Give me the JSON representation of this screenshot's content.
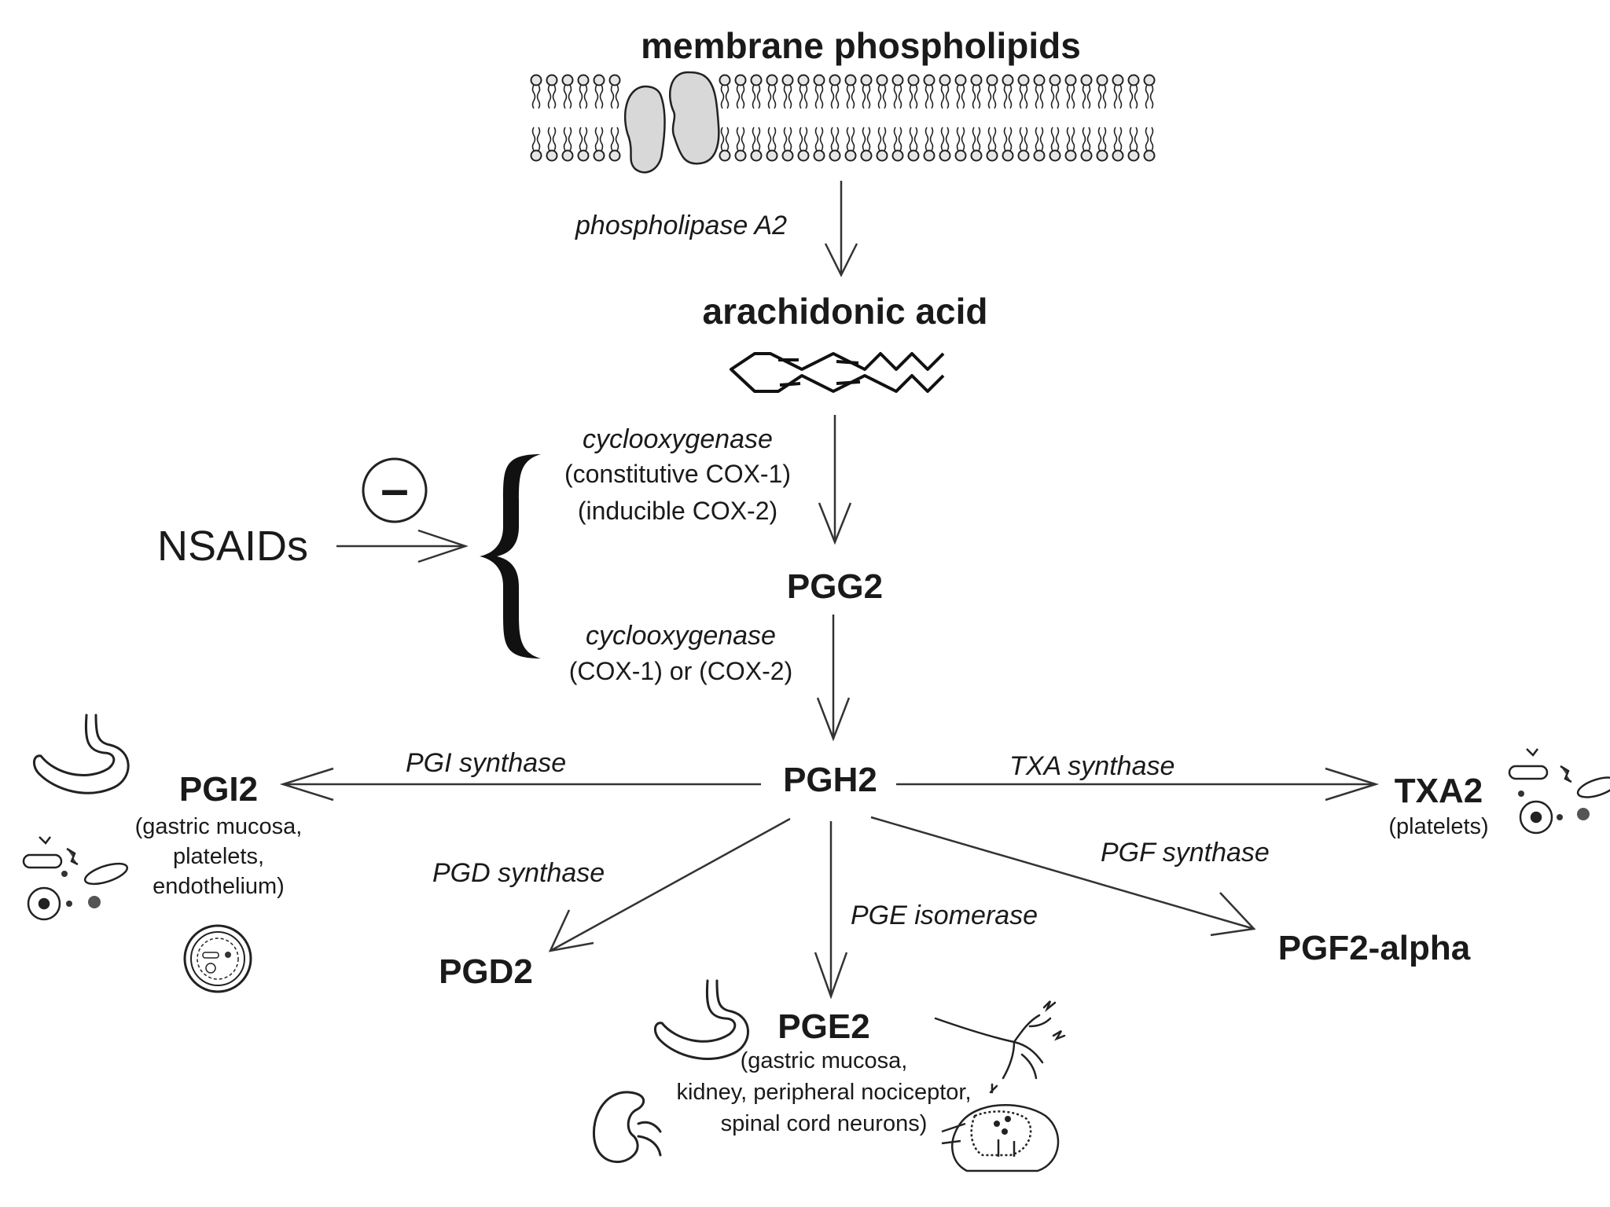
{
  "nodes": {
    "membrane": "membrane phospholipids",
    "arachidonic": "arachidonic acid",
    "pgg2": "PGG2",
    "pgh2": "PGH2",
    "pgi2": "PGI2",
    "txa2": "TXA2",
    "pgd2": "PGD2",
    "pge2": "PGE2",
    "pgf2a": "PGF2-alpha"
  },
  "enzymes": {
    "pla2": "phospholipase A2",
    "cox_a": "cyclooxygenase",
    "cox_a_line1": "(constitutive COX-1)",
    "cox_a_line2": "(inducible COX-2)",
    "cox_b": "cyclooxygenase",
    "cox_b_line1": "(COX-1) or (COX-2)",
    "pgi_synthase": "PGI synthase",
    "txa_synthase": "TXA synthase",
    "pgd_synthase": "PGD synthase",
    "pge_isomerase": "PGE isomerase",
    "pgf_synthase": "PGF synthase"
  },
  "inhibitor": {
    "label": "NSAIDs",
    "sign": "–"
  },
  "tissues": {
    "pgi2_line1": "(gastric mucosa,",
    "pgi2_line2": "platelets,",
    "pgi2_line3": "endothelium)",
    "txa2_line1": "(platelets)",
    "pge2_line1": "(gastric mucosa,",
    "pge2_line2": "kidney, peripheral nociceptor,",
    "pge2_line3": "spinal cord neurons)"
  },
  "icons": [
    "membrane-bilayer-icon",
    "arachidonic-acid-structure-icon",
    "stomach-icon",
    "platelets-icon",
    "blood-vessel-icon",
    "kidney-icon",
    "nociceptor-icon",
    "spinal-cord-icon"
  ]
}
